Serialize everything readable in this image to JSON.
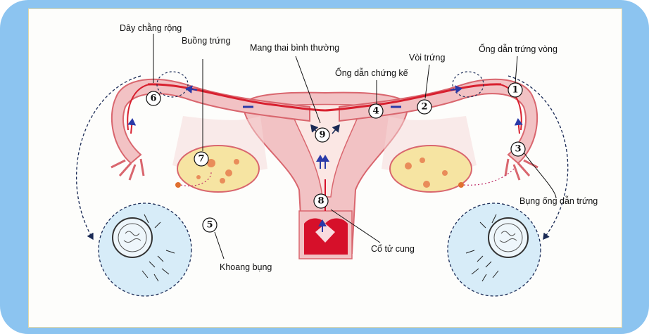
{
  "labels": {
    "broad_ligament": "Dây chằng rộng",
    "ovary": "Buồng trứng",
    "normal_pregnancy": "Mang thai bình thường",
    "oviduct": "Vòi trứng",
    "ring_tube": "Ống dẫn trứng vòng",
    "isthmus": "Ống dẫn chứng kế",
    "ampulla": "Bụng ống dẫn trứng",
    "cervix": "Cổ tử cung",
    "abdominal_cavity": "Khoang bụng"
  },
  "markers": [
    "1",
    "2",
    "3",
    "4",
    "5",
    "6",
    "7",
    "8",
    "9"
  ],
  "colors": {
    "frame": "#8cc4f0",
    "tissue_pink": "#f2c2c4",
    "tissue_edge": "#d9666e",
    "tube_red": "#d8202f",
    "ovary_yellow": "#f6e4a2",
    "cervix_red": "#d6102a",
    "circle_blue": "#d7ecf8"
  },
  "icons": [
    "up-arrow-icon",
    "dashed-path-arrow-icon"
  ]
}
